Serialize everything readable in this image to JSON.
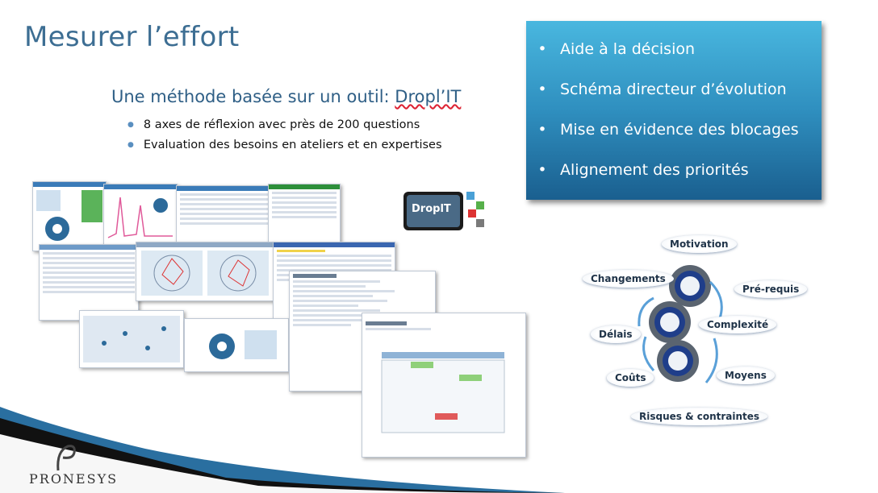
{
  "slide": {
    "title": "Mesurer l’effort",
    "subtitle_prefix": "Une méthode basée sur un outil: ",
    "subtitle_brand": "Dropl’IT",
    "bullets": [
      "8 axes de réflexion avec près de 200 questions",
      "Evaluation des besoins en ateliers et en expertises"
    ]
  },
  "panel": {
    "items": [
      "Aide à la décision",
      "Schéma directeur d’évolution",
      "Mise en évidence des blocages",
      "Alignement des priorités"
    ],
    "bullet_glyph": "•"
  },
  "tool_logo": {
    "text": "DroplT"
  },
  "diagram": {
    "labels": {
      "motivation": "Motivation",
      "changements": "Changements",
      "prerequis": "Pré-requis",
      "complexite": "Complexité",
      "delais": "Délais",
      "couts": "Coûts",
      "moyens": "Moyens",
      "risques": "Risques & contraintes"
    }
  },
  "footer": {
    "company": "PRONESYS"
  },
  "colors": {
    "title": "#3d6e93",
    "panel_top": "#49b7df",
    "panel_bottom": "#1a5f8f",
    "accent": "#2f5f86"
  }
}
